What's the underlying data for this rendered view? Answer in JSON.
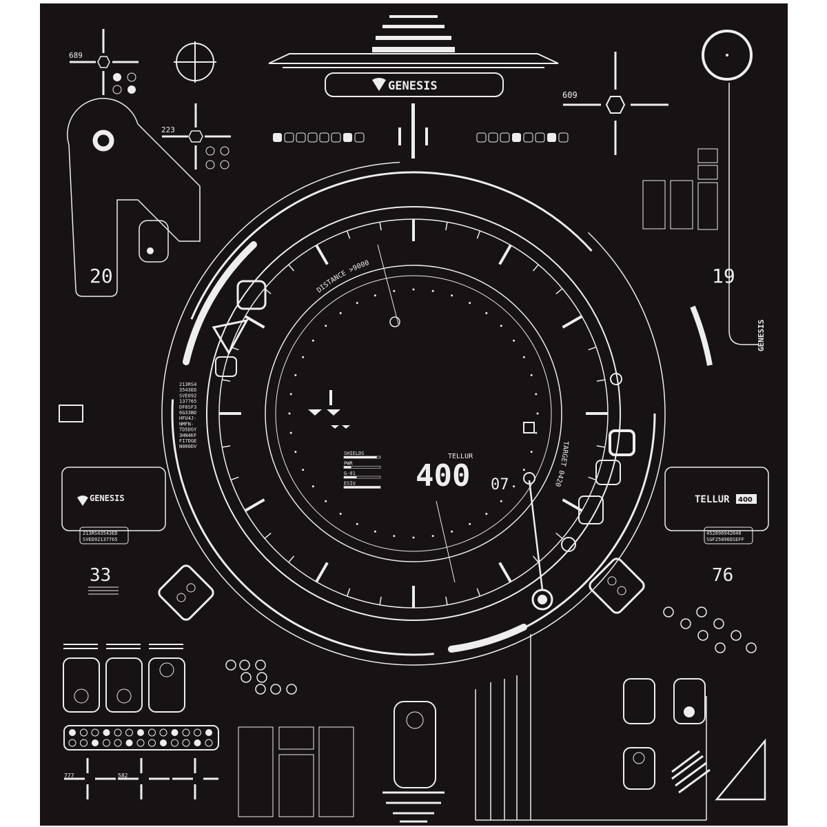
{
  "brand": {
    "logo_top": "GENESIS",
    "logo_left": "GENESIS",
    "logo_vertical": "GENESIS",
    "model": "TELLUR",
    "model_num": "400"
  },
  "codes": {
    "left_panel": [
      "213RS43543ED",
      "SVED92137765"
    ],
    "right_panel": [
      "452896942040",
      "SGF25896DSEFF"
    ],
    "text_block": [
      "213RS4",
      "3543ED",
      "SVE092",
      "137765",
      "DF0SF3",
      "6G33BD",
      "HFU4J-",
      "NMFN-",
      "TD5DGY",
      "3HN4KF",
      "FI7DGE",
      "N000DV"
    ]
  },
  "numbers": {
    "crosshair_a": "689",
    "crosshair_b": "223",
    "crosshair_c": "609",
    "top_left": "20",
    "top_right": "19",
    "bottom_left": "33",
    "bottom_right": "76",
    "small_a": "777",
    "small_b": "582"
  },
  "hud": {
    "distance": "DISTANCE >9000",
    "target": "TARGET 0420",
    "title": "TELLUR",
    "readout": "400",
    "readout_sub": "07",
    "bars": [
      {
        "label": "SHIELDS",
        "value": 0.9
      },
      {
        "label": "PWR",
        "value": 0.2
      },
      {
        "label": "G-01",
        "value": 0.35
      },
      {
        "label": "ESIU",
        "value": 1.0
      }
    ]
  },
  "colors": {
    "background": "#171213",
    "line": "#eeeeee"
  }
}
